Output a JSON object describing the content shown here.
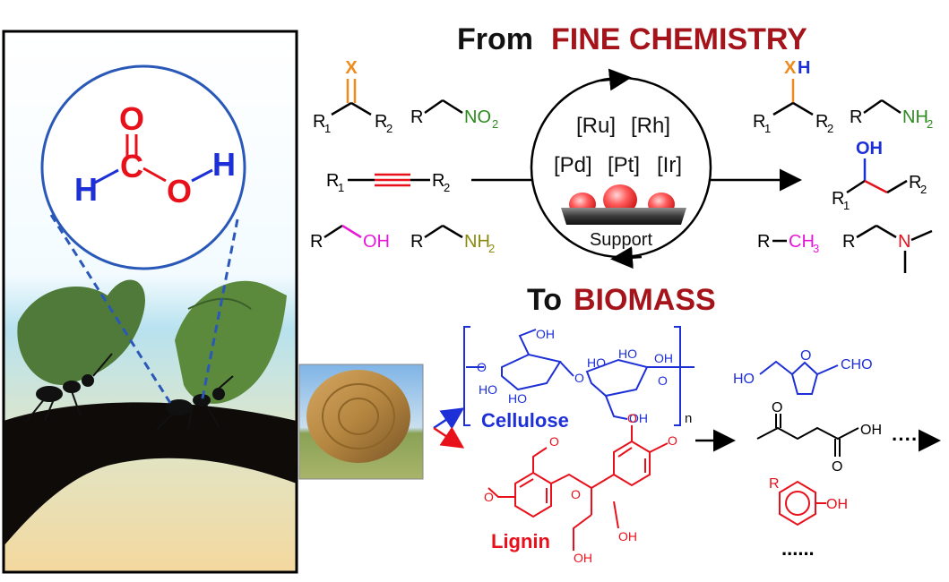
{
  "headings": {
    "top_from": "From",
    "top_fine": "FINE CHEMISTRY",
    "mid_to": "To",
    "mid_biomass": "BIOMASS"
  },
  "formic_acid": {
    "O_top": "O",
    "H_left": "H",
    "C": "C",
    "O_mid": "O",
    "H_right": "H"
  },
  "catalysts": {
    "row1": [
      "[Ru]",
      "[Rh]"
    ],
    "row2": [
      "[Pd]",
      "[Pt]",
      "[Ir]"
    ],
    "support": "Support"
  },
  "substrates": {
    "carbonyl_X": "X",
    "R1": "R",
    "R2": "R",
    "sub1": "1",
    "sub2": "2",
    "nitro_R": "R",
    "nitro": "NO",
    "nitro_sub": "2",
    "alkyne_R1": "R",
    "alkyne_R2": "R",
    "alcohol_R": "R",
    "alcohol_OH": "OH",
    "amine_R": "R",
    "amine_NH": "NH",
    "amine_sub": "2"
  },
  "products": {
    "XH_X": "X",
    "XH_H": "H",
    "amine_NH": "NH",
    "amine_sub": "2",
    "OH": "OH",
    "CH": "CH",
    "CH_sub": "3",
    "N": "N",
    "R": "R"
  },
  "biomass": {
    "cellulose": "Cellulose",
    "lignin": "Lignin",
    "n": "n",
    "OH": "OH",
    "O": "O",
    "HO": "HO",
    "CHO": "CHO",
    "dots": "......",
    "arrow_dots": "····"
  },
  "colors": {
    "dark_red": "#a5141a",
    "red": "#e8111b",
    "blue": "#1d2fd6",
    "green": "#2c8a1e",
    "orange": "#f08a1c",
    "magenta": "#e619d8",
    "olive": "#8a8a10",
    "frame_blue": "#2a58b8"
  }
}
